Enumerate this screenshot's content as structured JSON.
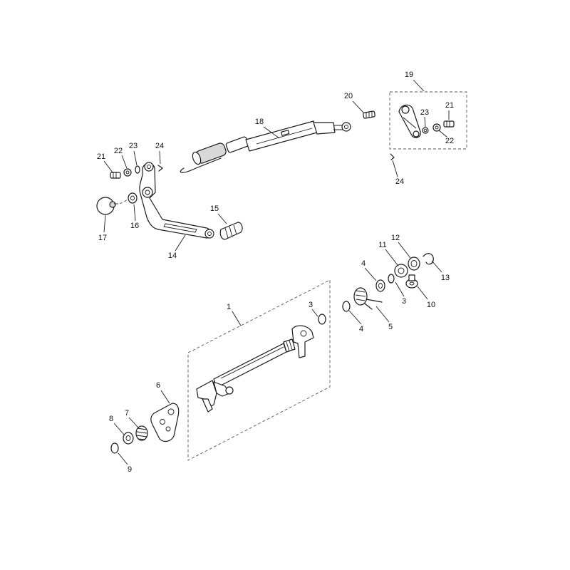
{
  "callouts": [
    {
      "id": "c1",
      "text": "1"
    },
    {
      "id": "c3a",
      "text": "3"
    },
    {
      "id": "c3b",
      "text": "3"
    },
    {
      "id": "c4a",
      "text": "4"
    },
    {
      "id": "c4b",
      "text": "4"
    },
    {
      "id": "c5",
      "text": "5"
    },
    {
      "id": "c6",
      "text": "6"
    },
    {
      "id": "c7",
      "text": "7"
    },
    {
      "id": "c8",
      "text": "8"
    },
    {
      "id": "c9",
      "text": "9"
    },
    {
      "id": "c10",
      "text": "10"
    },
    {
      "id": "c11",
      "text": "11"
    },
    {
      "id": "c12",
      "text": "12"
    },
    {
      "id": "c13",
      "text": "13"
    },
    {
      "id": "c14",
      "text": "14"
    },
    {
      "id": "c15",
      "text": "15"
    },
    {
      "id": "c16",
      "text": "16"
    },
    {
      "id": "c17",
      "text": "17"
    },
    {
      "id": "c18",
      "text": "18"
    },
    {
      "id": "c19",
      "text": "19"
    },
    {
      "id": "c20",
      "text": "20"
    },
    {
      "id": "c21a",
      "text": "21"
    },
    {
      "id": "c21b",
      "text": "21"
    },
    {
      "id": "c22a",
      "text": "22"
    },
    {
      "id": "c22b",
      "text": "22"
    },
    {
      "id": "c23a",
      "text": "23"
    },
    {
      "id": "c23b",
      "text": "23"
    },
    {
      "id": "c24a",
      "text": "24"
    },
    {
      "id": "c24b",
      "text": "24"
    }
  ]
}
